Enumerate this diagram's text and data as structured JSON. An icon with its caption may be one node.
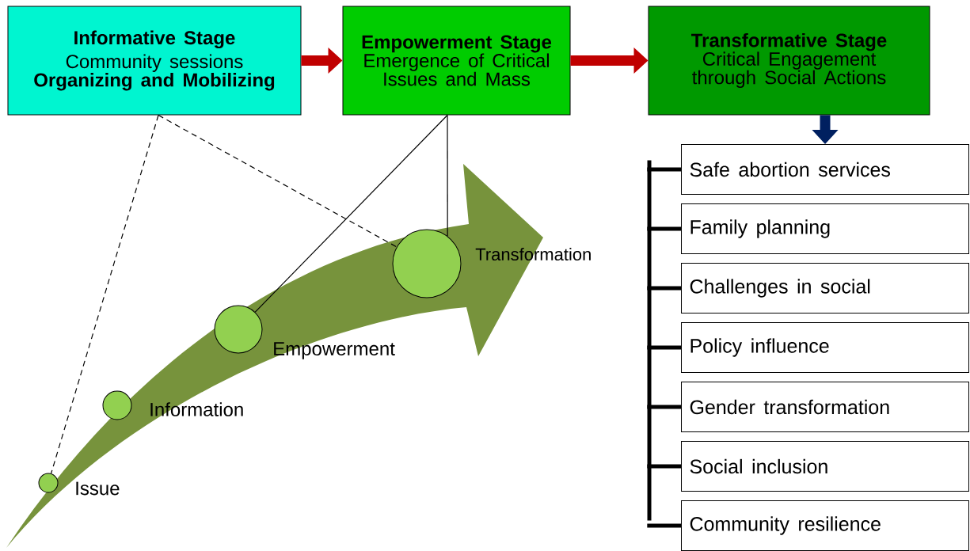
{
  "diagram": {
    "nodes": [
      {
        "text": [
          "Informative Stage",
          "Community sessions",
          "Organizing and Mobilizing"
        ]
      },
      {
        "text": [
          "Empowerment Stage",
          "Emergence of Critical Issues and Mass"
        ]
      },
      {
        "text": [
          "Transformative Stage",
          "Critical Engagement through Social Actions"
        ]
      },
      {
        "text": [
          "Safe abortion services"
        ]
      },
      {
        "text": [
          "Family planning"
        ]
      },
      {
        "text": [
          "Challenges in social"
        ]
      },
      {
        "text": [
          "Policy influence"
        ]
      },
      {
        "text": [
          "Gender transformation"
        ]
      },
      {
        "text": [
          "Social inclusion"
        ]
      },
      {
        "text": [
          "Community resilience"
        ]
      },
      {
        "text": [],
        "shape": "circle",
        "beside": [
          "Issue"
        ]
      },
      {
        "text": [],
        "shape": "circle",
        "beside": [
          "Information"
        ]
      },
      {
        "text": [],
        "shape": "circle",
        "beside": [
          "Empowerment"
        ]
      },
      {
        "text": [],
        "shape": "circle",
        "beside": [
          "Transformation"
        ]
      },
      {
        "text": [],
        "shape": "bar"
      }
    ],
    "edges": [
      {
        "from": 0,
        "to": 1,
        "arrow": "to",
        "style": "thick",
        "color": "#c00000"
      },
      {
        "from": 1,
        "to": 2,
        "arrow": "to",
        "style": "thick",
        "color": "#c00000"
      },
      {
        "from": 2,
        "to": 3,
        "arrow": "to",
        "style": "thick",
        "color": "#002060"
      },
      {
        "from": 0,
        "to": 10,
        "arrow": "none",
        "style": "dashed"
      },
      {
        "from": 0,
        "to": 13,
        "arrow": "none",
        "style": "dashed"
      },
      {
        "from": 1,
        "to": 12,
        "arrow": "none"
      },
      {
        "from": 1,
        "to": 13,
        "arrow": "none"
      },
      {
        "from": 14,
        "to": 3,
        "arrow": "none"
      },
      {
        "from": 14,
        "to": 4,
        "arrow": "none"
      },
      {
        "from": 14,
        "to": 5,
        "arrow": "none"
      },
      {
        "from": 14,
        "to": 6,
        "arrow": "none"
      },
      {
        "from": 14,
        "to": 7,
        "arrow": "none"
      },
      {
        "from": 14,
        "to": 8,
        "arrow": "none"
      },
      {
        "from": 14,
        "to": 9,
        "arrow": "none"
      }
    ]
  }
}
